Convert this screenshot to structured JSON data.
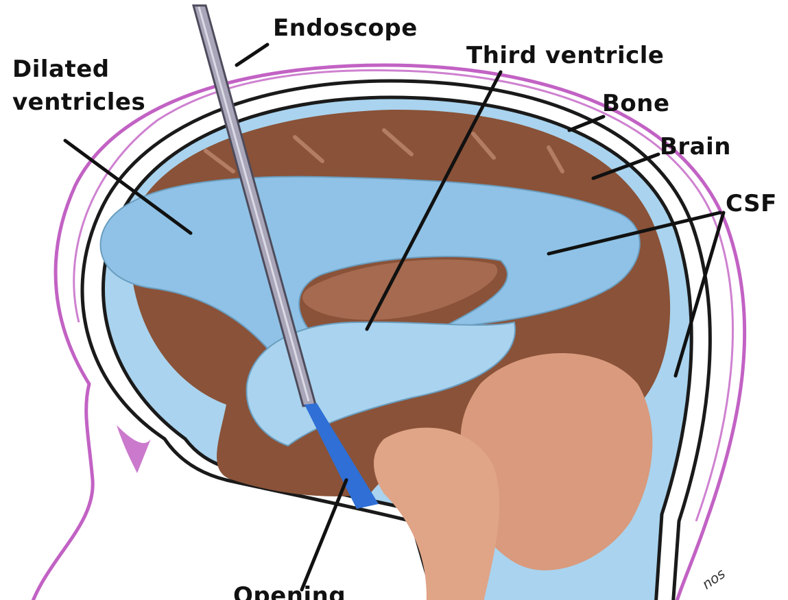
{
  "labels": {
    "endoscope": "Endoscope",
    "dilated_line1": "Dilated",
    "dilated_line2": "ventricles",
    "third_ventricle": "Third ventricle",
    "bone": "Bone",
    "brain": "Brain",
    "csf": "CSF",
    "opening": "Opening",
    "signature": "nos"
  },
  "colors": {
    "skin_outline": "#c262c4",
    "skull_outline": "#1a1a1a",
    "brain_brown": "#8a5238",
    "csf_blue": "#a9d3ee",
    "ventricle_blue": "#8fc2e6",
    "cerebellum": "#d99a7d",
    "endoscope_gray": "#a8a6b8",
    "endoscope_tip": "#2f6fd6"
  }
}
